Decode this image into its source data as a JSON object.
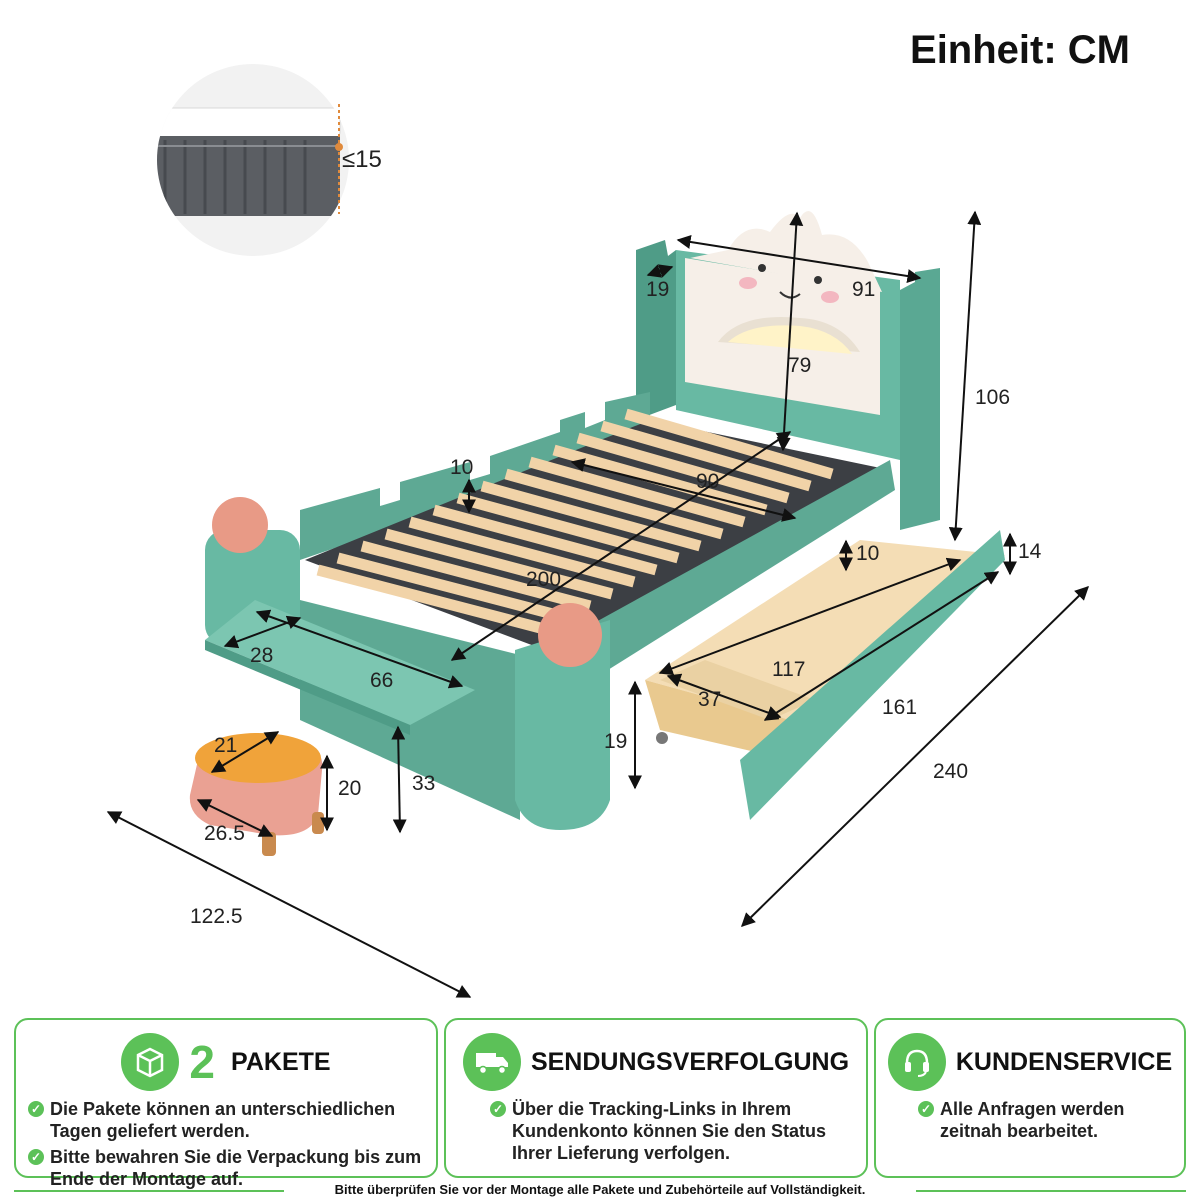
{
  "unit_title": "Einheit: CM",
  "dimensions": {
    "mattress": "≤15",
    "headboard_side": "19",
    "headboard_width": "91",
    "headboard_height": "79",
    "total_height": "106",
    "rail_height": "10",
    "inner_width": "90",
    "inner_length": "200",
    "shelf_depth": "28",
    "shelf_width": "66",
    "leg_height": "19",
    "shelf_height": "33",
    "stool_top": "21",
    "stool_height": "20",
    "stool_width": "26.5",
    "bed_width": "122.5",
    "drawer_depth": "10",
    "drawer_front": "14",
    "drawer_inner_length": "117",
    "drawer_inner_width": "37",
    "drawer_length": "161",
    "bed_length": "240"
  },
  "panels": {
    "packages": {
      "number": "2",
      "title": "PAKETE",
      "icon": "package-icon",
      "items": [
        "Die Pakete können an unterschiedlichen Tagen geliefert werden.",
        "Bitte bewahren Sie die Verpackung bis zum Ende der Montage auf."
      ]
    },
    "tracking": {
      "title": "SENDUNGSVERFOLGUNG",
      "icon": "delivery-truck-icon",
      "items": [
        "Über die Tracking-Links in Ihrem Kundenkonto können Sie den Status Ihrer Lieferung verfolgen."
      ]
    },
    "service": {
      "title": "KUNDENSERVICE",
      "icon": "headset-icon",
      "items": [
        "Alle Anfragen werden zeitnah bearbeitet."
      ]
    }
  },
  "footer_note": "Bitte überprüfen Sie vor der Montage alle Pakete und Zubehörteile auf Vollständigkeit.",
  "colors": {
    "accent_green": "#5cc158",
    "bed_teal": "#68b9a3",
    "bed_teal_dark": "#4f9c87",
    "slat_wood": "#f1d3a8",
    "drawer_wood": "#f4ddb5",
    "ball_pink": "#e89a86",
    "stool_orange": "#f0a33a",
    "stool_pink": "#eaa193"
  }
}
